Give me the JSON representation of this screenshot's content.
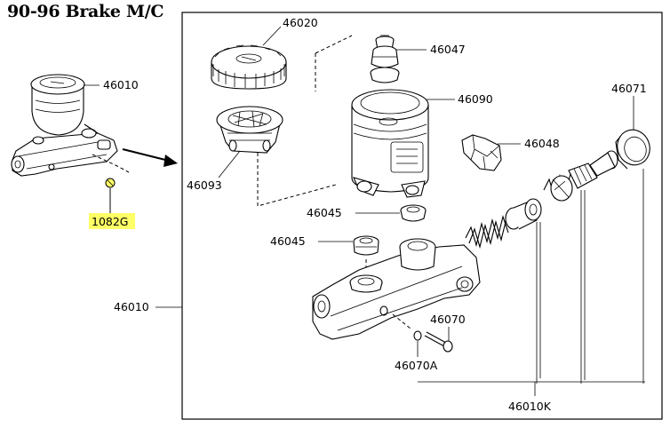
{
  "title": "90-96 Brake M/C",
  "highlight_color": "#ffff66",
  "parts": {
    "left_master_cylinder": "46010",
    "left_highlight": "1082G",
    "cap": "46020",
    "grommet_top": "46047",
    "reservoir": "46090",
    "seal_ring": "46071",
    "strainer": "46093",
    "reservoir_bracket": "46048",
    "seal_lower_a": "46045",
    "seal_lower_b": "46045",
    "body": "46010",
    "bleeder": "46070",
    "bleeder_cap": "46070A",
    "kit": "46010K"
  }
}
